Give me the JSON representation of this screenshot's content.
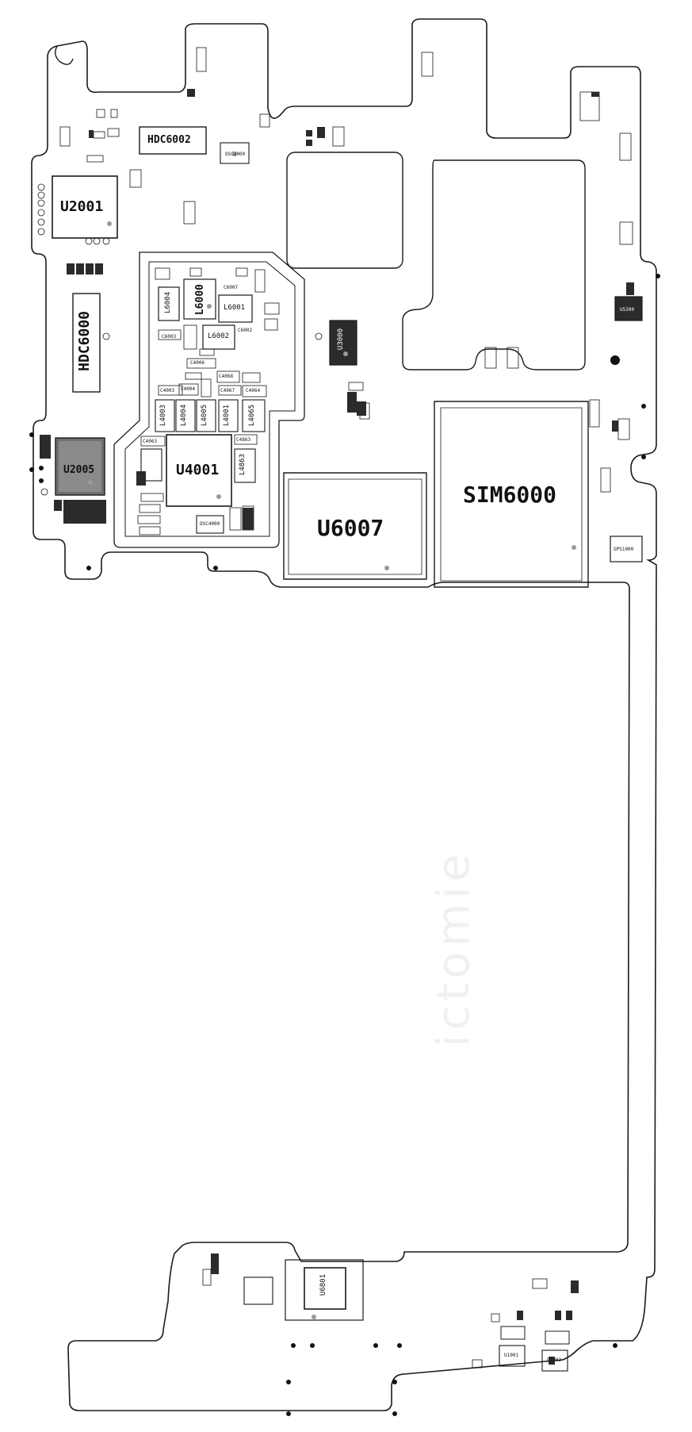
{
  "watermark": "ictomie",
  "labels": {
    "U2001": "U2001",
    "HDC6002": "HDC6002",
    "HDC6000": "HDC6000",
    "U2005": "U2005",
    "U4001": "U4001",
    "U6007": "U6007",
    "SIM6000": "SIM6000",
    "L6000": "L6000",
    "L6001": "L6001",
    "L6002": "L6002",
    "L6004": "L6004",
    "C6007": "C6007",
    "C6002": "C6002",
    "C6003": "C6003",
    "L4003": "L4003",
    "L4004": "L4004",
    "L4005": "L4005",
    "L4001": "L4001",
    "L4065": "L4065",
    "L4863": "L4863",
    "C4063": "C4063",
    "C4863": "C4863",
    "C4068": "C4068",
    "C4067": "C4067",
    "C4064": "C4064",
    "C4006": "C4006",
    "C4003": "C4003",
    "C4004": "C4004",
    "OSC2000": "OSC2000",
    "OSC4000": "OSC4000",
    "U3000": "U3000",
    "U5200": "U5200",
    "GPS1000": "GPS1000",
    "U6801": "U6801",
    "U1001": "U1001",
    "U1002": "U1002"
  },
  "colors": {
    "outline": "#1a1a1a",
    "component_dark": "#2b2b2b",
    "component_mid": "#6f6f6f",
    "pad_gray": "#9a9a9a",
    "background": "#ffffff",
    "watermark": "#efefef"
  }
}
